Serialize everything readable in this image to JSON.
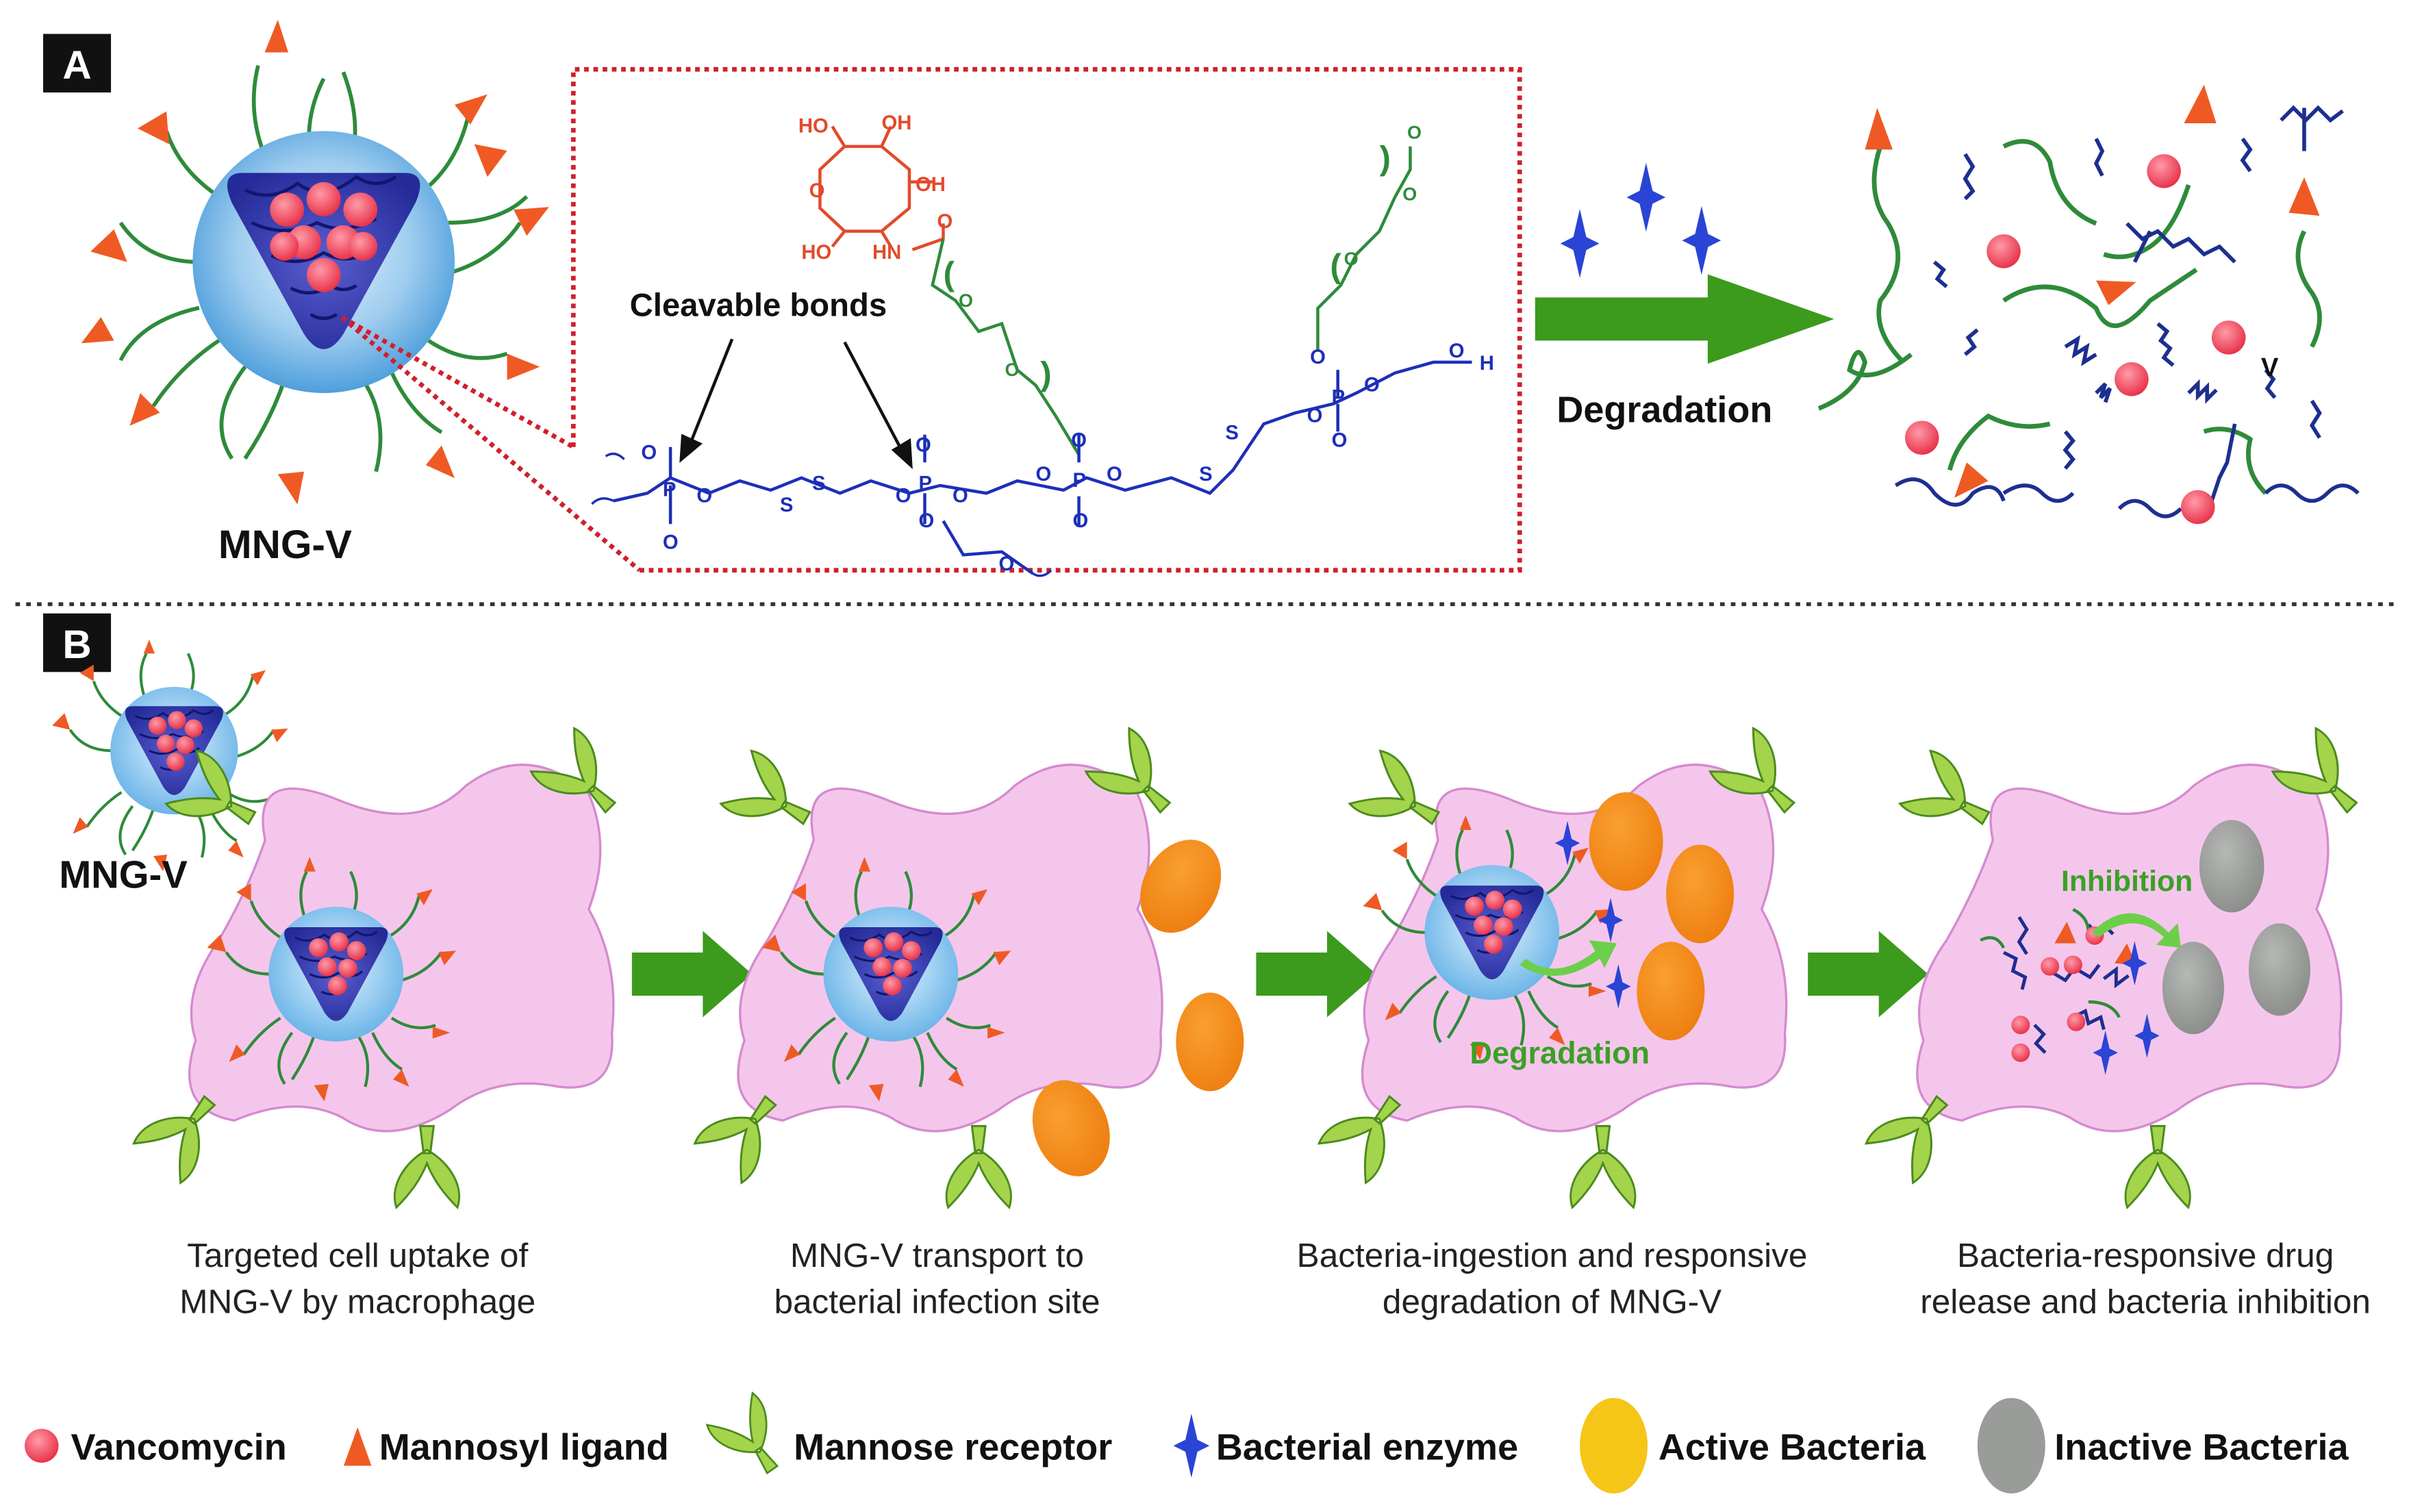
{
  "panel_a": {
    "letter": "A",
    "nanogel_label": "MNG-V",
    "cleavable_label": "Cleavable bonds",
    "degradation_label": "Degradation",
    "drug_label": "V",
    "atoms": {
      "ho1": "HO",
      "oh1": "OH",
      "oh2": "OH",
      "o_ring": "O",
      "ho2": "HO",
      "hn": "HN",
      "o_amide": "O",
      "o_peg1": "O",
      "o_peg2": "O",
      "o_peg3": "O",
      "o_top1": "O",
      "o_top2": "O",
      "o_p1a": "O",
      "p1": "P",
      "o_p1b": "O",
      "o_p1c": "O",
      "s1": "S",
      "s2": "S",
      "o_p2a": "O",
      "o_p2b": "O",
      "p2": "P",
      "o_p2c": "O",
      "o_p2d": "O",
      "o_p2e": "O",
      "o_p3a": "O",
      "o_p3b": "O",
      "p3": "P",
      "o_p3c": "O",
      "o_p3d": "O",
      "s3": "S",
      "s4": "S",
      "o_p4a": "O",
      "o_p4b": "O",
      "p4": "P",
      "o_p4c": "O",
      "o_p4d": "O",
      "o_end": "O",
      "h_end": "H"
    }
  },
  "panel_b": {
    "letter": "B",
    "nanogel_label": "MNG-V",
    "inner_degradation": "Degradation",
    "inner_inhibition": "Inhibition",
    "steps": [
      {
        "line1": "Targeted cell uptake of",
        "line2": "MNG-V by macrophage"
      },
      {
        "line1": "MNG-V transport to",
        "line2": "bacterial infection site"
      },
      {
        "line1": "Bacteria-ingestion and responsive",
        "line2": "degradation of MNG-V"
      },
      {
        "line1": "Bacteria-responsive drug",
        "line2": "release and bacteria inhibition"
      }
    ]
  },
  "legend": [
    {
      "label": "Vancomycin",
      "icon": "red-dot-icon"
    },
    {
      "label": "Mannosyl ligand",
      "icon": "orange-triangle-icon"
    },
    {
      "label": "Mannose receptor",
      "icon": "green-receptor-icon"
    },
    {
      "label": "Bacterial enzyme",
      "icon": "blue-star-icon"
    },
    {
      "label": "Active Bacteria",
      "icon": "yellow-ellipse-icon"
    },
    {
      "label": "Inactive Bacteria",
      "icon": "gray-ellipse-icon"
    }
  ],
  "colors": {
    "vancomycin": "#e8344a",
    "ligand": "#ef5a24",
    "polymer_green": "#2e8b3a",
    "polymer_blue": "#1d2f8f",
    "enzyme": "#2a44d6",
    "active_bacteria": "#f28a18",
    "legend_active": "#f5c518",
    "inactive_bacteria": "#9a9c9a",
    "cell": "#f5c6ec",
    "arrow_green": "#3c9a1c",
    "receptor_green": "#9ccc42",
    "mannose_red": "#e24a2a",
    "box_red": "#d0202c"
  }
}
